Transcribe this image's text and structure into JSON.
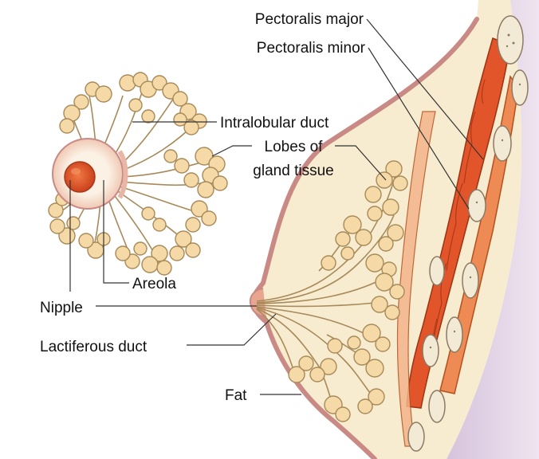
{
  "labels": {
    "pectoralis_major": "Pectoralis major",
    "pectoralis_minor": "Pectoralis minor",
    "intralobular_duct": "Intralobular duct",
    "lobes_line1": "Lobes of",
    "lobes_line2": "gland tissue",
    "areola": "Areola",
    "nipple": "Nipple",
    "lactiferous_duct": "Lactiferous duct",
    "fat": "Fat"
  },
  "colors": {
    "skin_outline": "#c98a86",
    "fat": "#f8ecd0",
    "gland_lobe": "#f5d9a6",
    "gland_outline": "#a88a5a",
    "muscle_major": "#e2542a",
    "muscle_minor": "#ee8a54",
    "rib": "#f3ead6",
    "chest_wall": "#e6d8e8",
    "nipple": "#d9481f",
    "areola_ring": "#e9b5a4",
    "leader_line": "#333333"
  }
}
